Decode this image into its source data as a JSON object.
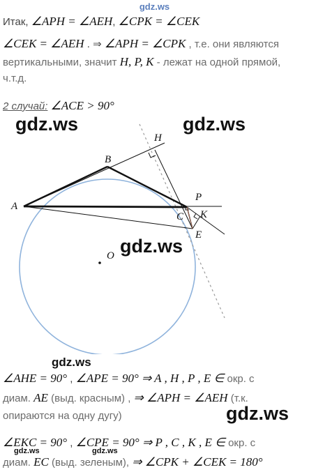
{
  "header": {
    "watermark": "gdz.ws"
  },
  "text": {
    "l1a": "Итак, ",
    "l1b": "∠APH = ∠AEH",
    "l1c": ",  ",
    "l1d": "∠CPK = ∠CEK",
    "l2a": "∠CEK = ∠AEH",
    "l2b": " . ⇒ ",
    "l2c": "∠APH = ∠CPK",
    "l2d": " , т.е.  они являются",
    "l3a": "вертикальными, значит ",
    "l3b": "H, P, K",
    "l3c": " - лежат на одной прямой,",
    "l4": "ч.т.д.",
    "case_label": "2 случай:",
    "case_cond": " ∠ACE > 90°",
    "b1a": "∠AHE = 90°",
    "b1b": " , ",
    "b1c": "∠APE = 90°",
    "b1d": "  ⇒ A , H , P , E ∈",
    "b1e": " окр. с",
    "b2a": "диам. ",
    "b2b": "AE",
    "b2c": " (выд. красным) , ",
    "b2d": " ⇒ ∠APH = ∠AEH",
    "b2e": " (т.к.",
    "b3": "опираются на одну дугу)",
    "b4a": "∠EKC = 90°",
    "b4b": " , ",
    "b4c": "∠CPE = 90°",
    "b4d": " ⇒ P , C , K , E ∈",
    "b4e": " окр. с",
    "b5a": "диам. ",
    "b5b": "EC",
    "b5c": " (выд. зеленым), ",
    "b5d": "⇒ ∠CPK + ∠CEK = 180°"
  },
  "watermarks": {
    "w1": "gdz.ws",
    "w2": "gdz.ws",
    "w3": "gdz.ws",
    "w4": "gdz.ws",
    "w5": "gdz.ws",
    "w6": "gdz.ws",
    "w7": "gdz.ws"
  },
  "figure": {
    "labels": {
      "A": "A",
      "B": "B",
      "C": "C",
      "H": "H",
      "P": "P",
      "K": "K",
      "E": "E",
      "O": "O"
    },
    "colors": {
      "circle": "#8fb3dc",
      "lines": "#111111",
      "dashed": "#9a9a9a",
      "accent": "#e58a6a"
    }
  }
}
